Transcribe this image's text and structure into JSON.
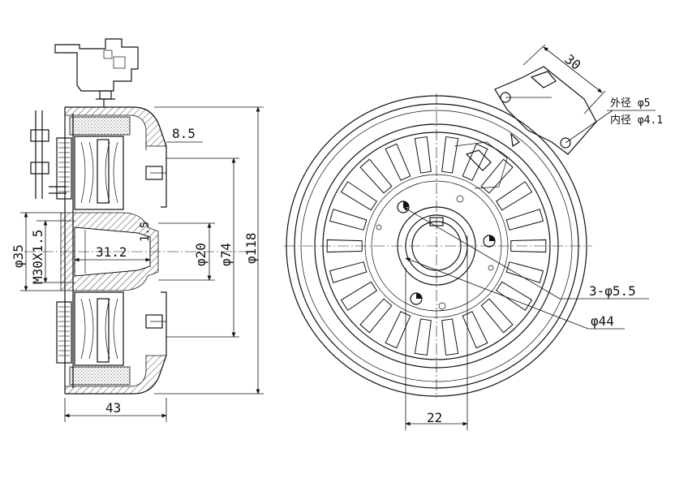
{
  "side_view": {
    "dim_width": "43",
    "dim_flange": "8.5",
    "dim_bore_depth": "31.2",
    "dim_chamfer": "1.5",
    "dim_d20": "φ20",
    "dim_d74": "φ74",
    "dim_d118": "φ118",
    "dim_d35": "φ35",
    "dim_thread": "M30X1.5"
  },
  "front_view": {
    "dim_key": "22",
    "dim_holes": "3-φ5.5",
    "dim_d44": "φ44",
    "dim_bracket": "30",
    "outer_dia_label": "外径 φ5",
    "inner_dia_label": "内径 φ4.1"
  }
}
